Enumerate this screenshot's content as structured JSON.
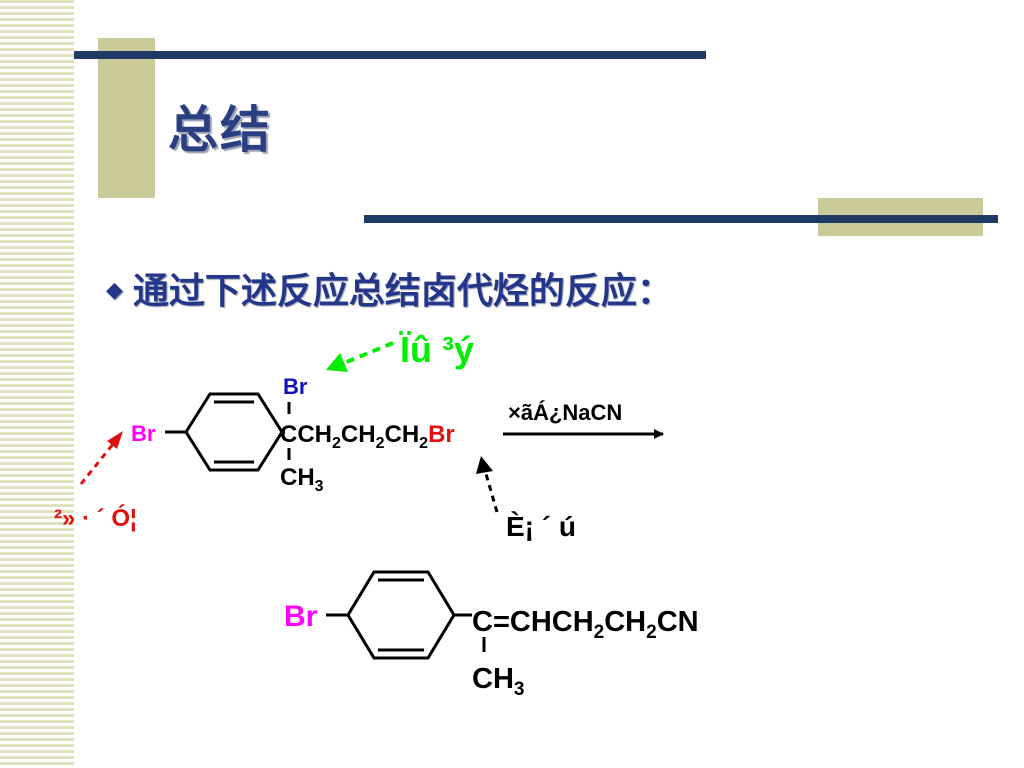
{
  "slide": {
    "title": "总结",
    "bullet": "通过下述反应总结卤代烃的反应："
  },
  "scheme": {
    "reactant": {
      "left_br": "Br",
      "top_br": "Br",
      "chain_c": "C",
      "chain_1": "CH",
      "sub_1": "2",
      "chain_2": "CH",
      "sub_2": "2",
      "chain_3": "CH",
      "sub_3": "2",
      "chain_br": "Br",
      "methyl": "CH",
      "methyl_sub": "3"
    },
    "reagent": "×ãÁ¿NaCN",
    "label_top": "Ïû ³ý",
    "label_left": "²»  ·  ´ Ó¦",
    "label_bottom": "È¡ ´ ú",
    "product": {
      "br": "Br",
      "main": "C=CHCH",
      "sub_1": "2",
      "mid": "CH",
      "sub_2": "2",
      "end": "CN",
      "methyl": "CH",
      "methyl_sub": "3"
    },
    "colors": {
      "top_br": "#1010c0",
      "left_br": "#ff00ff",
      "chain_br": "#e01010",
      "label_top": "#00ee00",
      "label_left": "#e01010",
      "product_br": "#ff00ff",
      "text": "#000000"
    }
  }
}
